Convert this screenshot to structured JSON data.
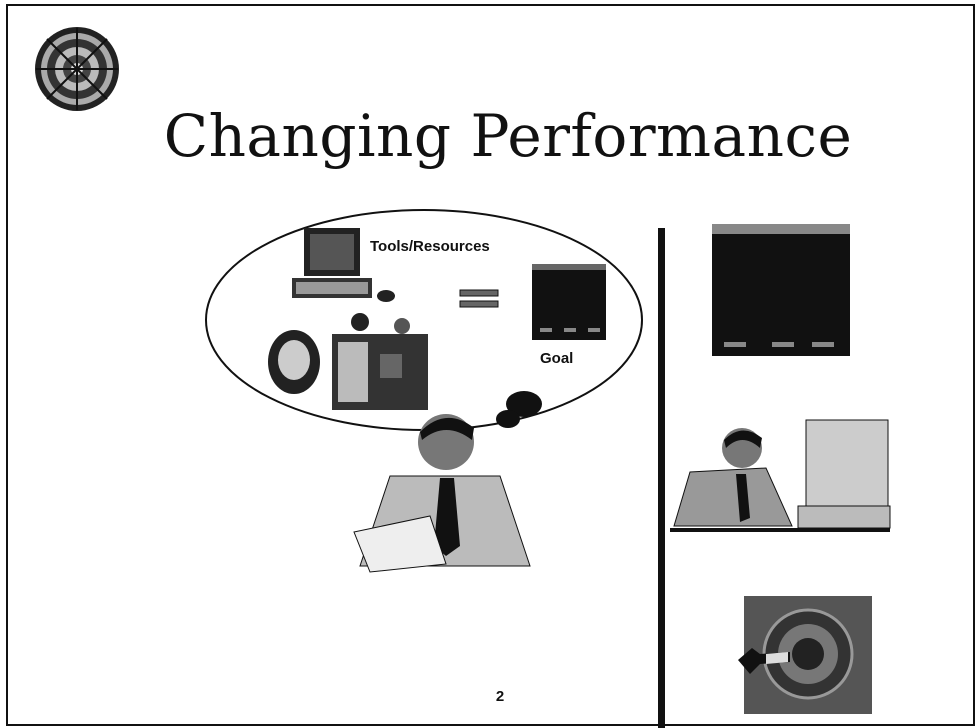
{
  "slide": {
    "title": "Changing Performance",
    "page_number": "2"
  },
  "thought_bubble": {
    "tools_label": "Tools/Resources",
    "goal_label": "Goal"
  },
  "icons": {
    "logo": "target-emblem-icon",
    "computer": "desktop-computer-icon",
    "equals": "equals-sign-icon",
    "goal_doc": "goal-document-icon",
    "people": "office-people-icon",
    "thinker": "thinking-man-icon",
    "right_doc": "document-icon",
    "worker": "man-at-computer-icon",
    "target": "target-hit-icon"
  }
}
